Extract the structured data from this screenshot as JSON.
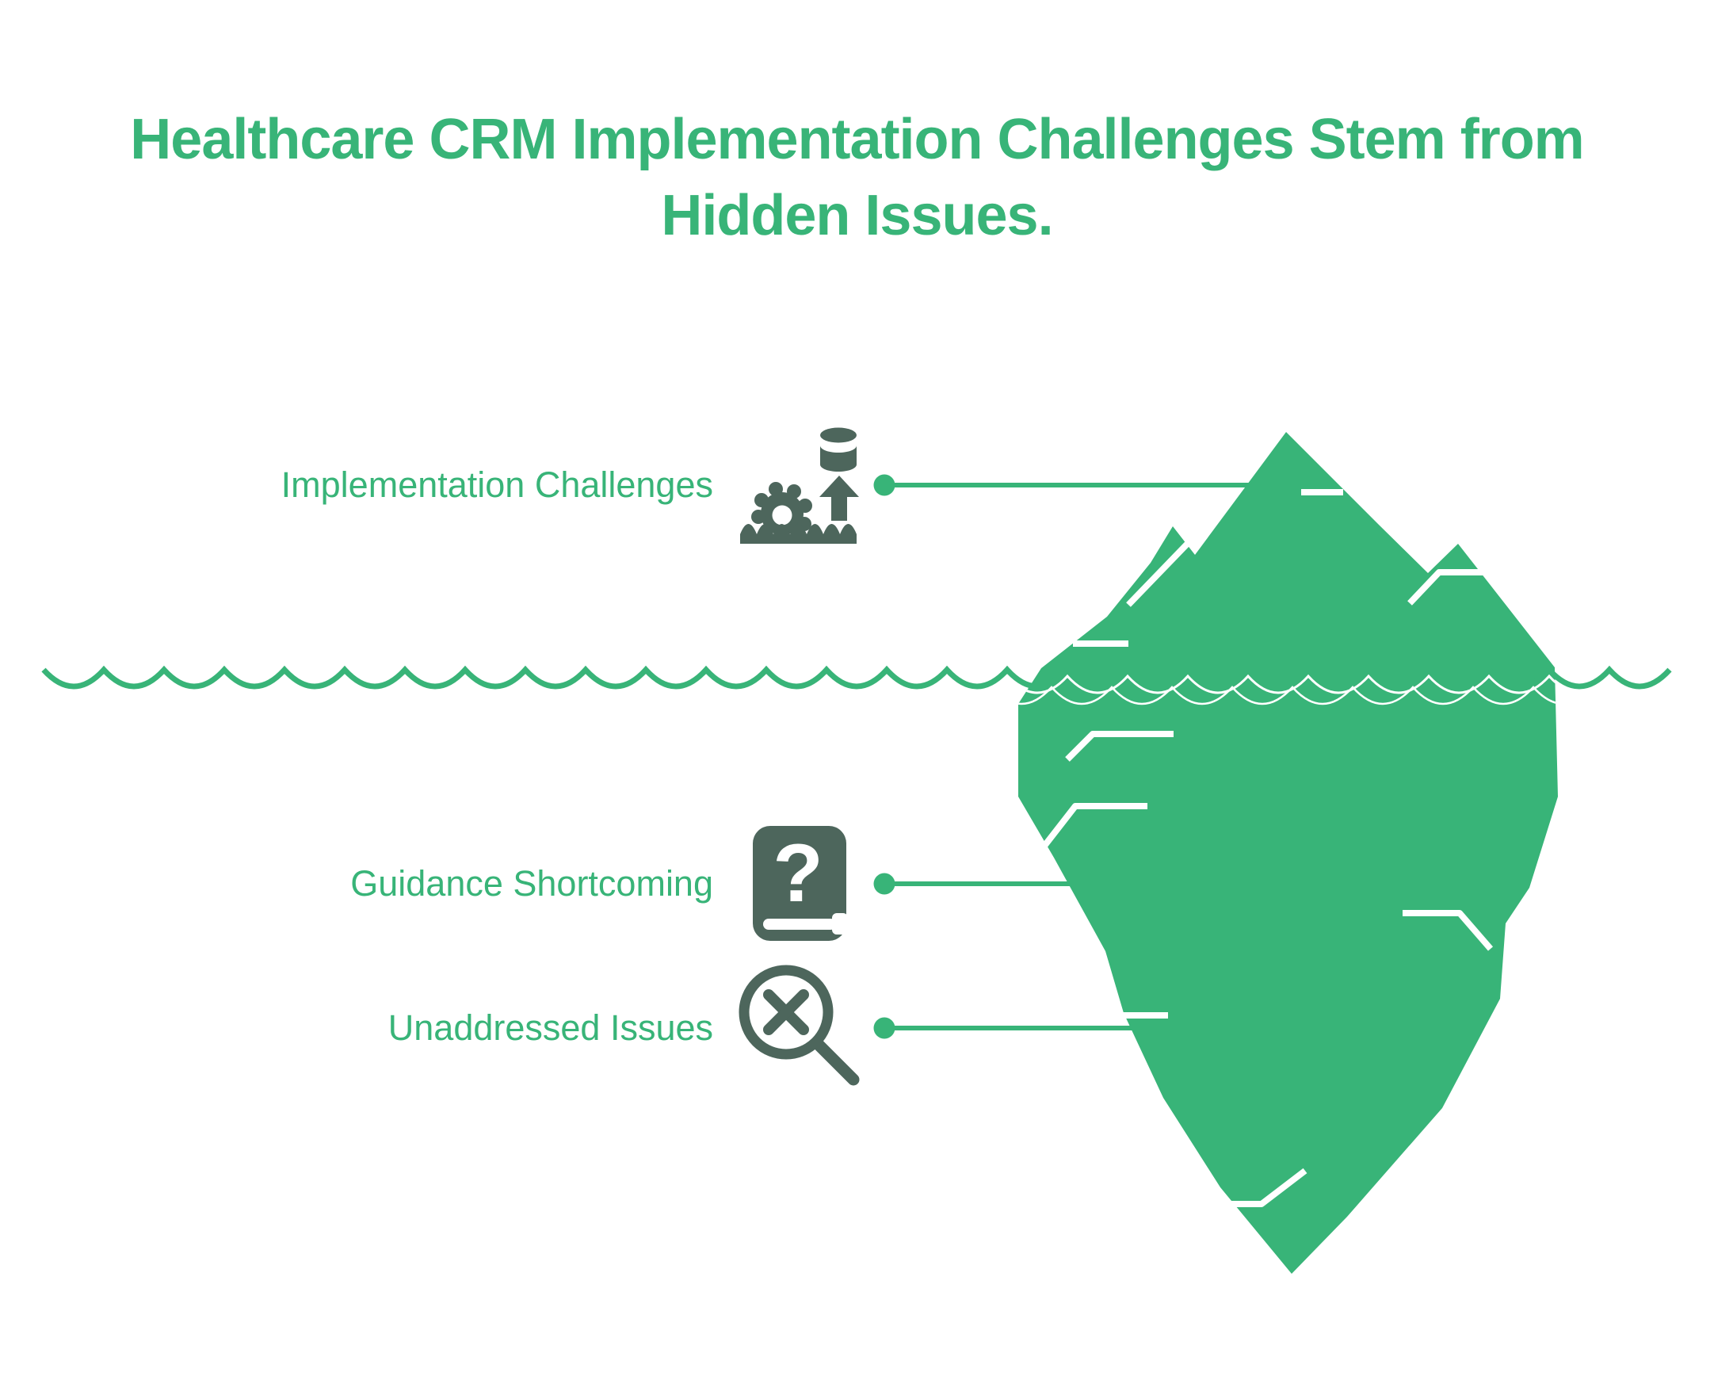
{
  "title": {
    "line1": "Healthcare CRM Implementation Challenges Stem from",
    "line2": "Hidden Issues."
  },
  "labels": [
    {
      "id": "implementation-challenges",
      "text": "Implementation Challenges",
      "icon": "deployment-gear-icon",
      "position": "above-waterline"
    },
    {
      "id": "guidance-shortcoming",
      "text": "Guidance Shortcoming",
      "icon": "book-question-icon",
      "position": "below-waterline"
    },
    {
      "id": "unaddressed-issues",
      "text": "Unaddressed Issues",
      "icon": "magnifier-x-icon",
      "position": "below-waterline"
    }
  ],
  "icons": {
    "book_question_glyph": "?"
  },
  "diagram": {
    "type": "iceberg-metaphor",
    "above_water": [
      "Implementation Challenges"
    ],
    "below_water": [
      "Guidance Shortcoming",
      "Unaddressed Issues"
    ]
  },
  "colors": {
    "green": "#38b478",
    "dark": "#4d665c",
    "bg": "#ffffff",
    "white": "#ffffff"
  }
}
